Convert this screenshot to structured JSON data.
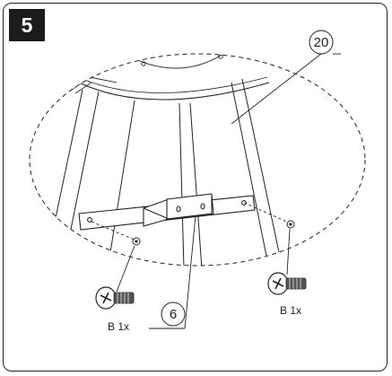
{
  "step": {
    "number": "5"
  },
  "callouts": {
    "detail_view": "20",
    "bracket": "6"
  },
  "hardware": {
    "left_label": "B 1x",
    "right_label": "B 1x"
  },
  "colors": {
    "outline": "#222222",
    "badge_bg": "#1c1c1c",
    "badge_text": "#ffffff",
    "screw_fill": "#555555"
  }
}
